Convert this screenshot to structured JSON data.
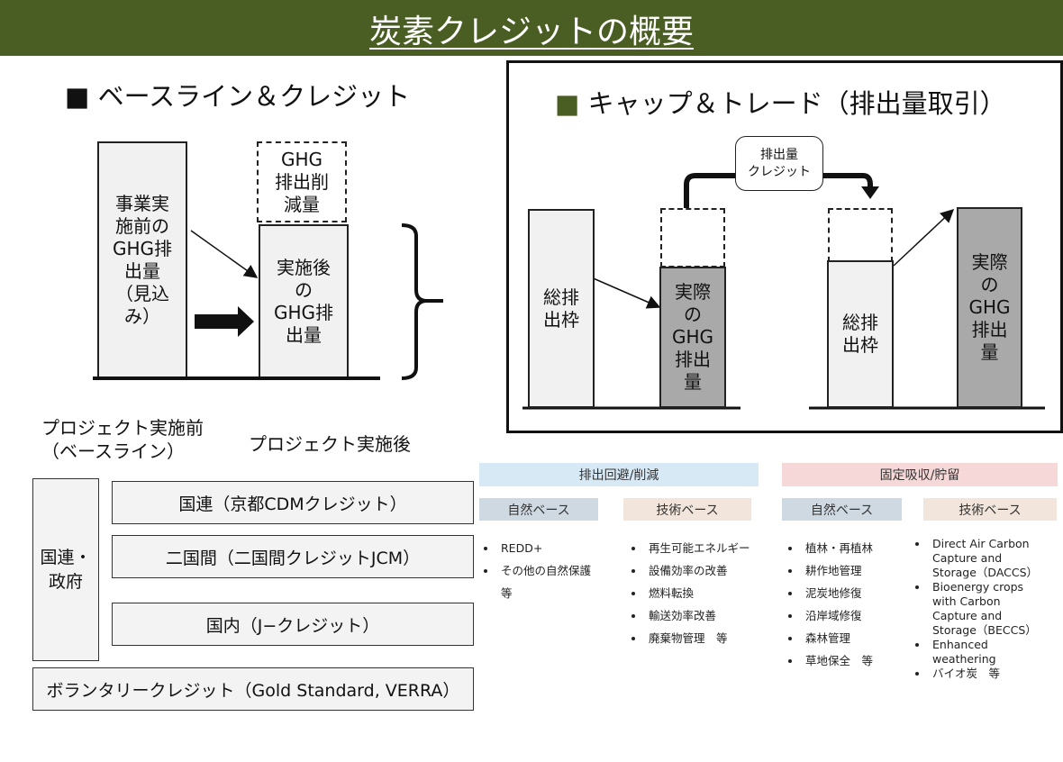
{
  "title": "炭素クレジットの概要",
  "baseline": {
    "heading": "■ ベースライン＆クレジット",
    "before_box": "事業実\n施前の\nGHG排\n出量\n（見込\nみ）",
    "reduction_box": "GHG\n排出削\n減量",
    "after_box": "実施後\nの\nGHG排\n出量",
    "label_before": "プロジェクト実施前\n（ベースライン）",
    "label_after": "プロジェクト実施後"
  },
  "cap_trade": {
    "heading": "■ キャップ＆トレード（排出量取引）",
    "callout": "排出量\nクレジット",
    "left_total": "総排\n出枠",
    "left_actual": "実際\nの\nGHG\n排出\n量",
    "right_total": "総排\n出枠",
    "right_actual": "実際\nの\nGHG\n排出\n量"
  },
  "orgs": {
    "gov_label": "国連・\n政府",
    "un": "国連（京都CDMクレジット）",
    "bilateral": "二国間（二国間クレジットJCM）",
    "domestic": "国内（J−クレジット）",
    "voluntary": "ボランタリークレジット（Gold Standard, VERRA）"
  },
  "categories": {
    "avoid": {
      "label": "排出回避/削減",
      "natural": {
        "label": "自然ベース",
        "items": [
          "REDD+",
          "その他の自然保護"
        ],
        "tail": "等"
      },
      "tech": {
        "label": "技術ベース",
        "items": [
          "再生可能エネルギー",
          "設備効率の改善",
          "燃料転換",
          "輸送効率改善",
          "廃棄物管理　等"
        ]
      }
    },
    "removal": {
      "label": "固定吸収/貯留",
      "natural": {
        "label": "自然ベース",
        "items": [
          "植林・再植林",
          "耕作地管理",
          "泥炭地修復",
          "沿岸域修復",
          "森林管理",
          "草地保全　等"
        ]
      },
      "tech": {
        "label": "技術ベース",
        "items": [
          "Direct Air Carbon\nCapture and\nStorage（DACCS）",
          "Bioenergy crops\nwith Carbon\nCapture and\nStorage（BECCS）",
          "Enhanced\nweathering",
          "バイオ炭　等"
        ]
      }
    }
  },
  "colors": {
    "title_bar": "#4a5e23",
    "avoid_band": "#d8e9f6",
    "removal_band": "#f6d8d8",
    "natural_band": "#cfd9e1",
    "tech_band": "#f2e6dc",
    "square_bullet": "#4a5e23"
  }
}
